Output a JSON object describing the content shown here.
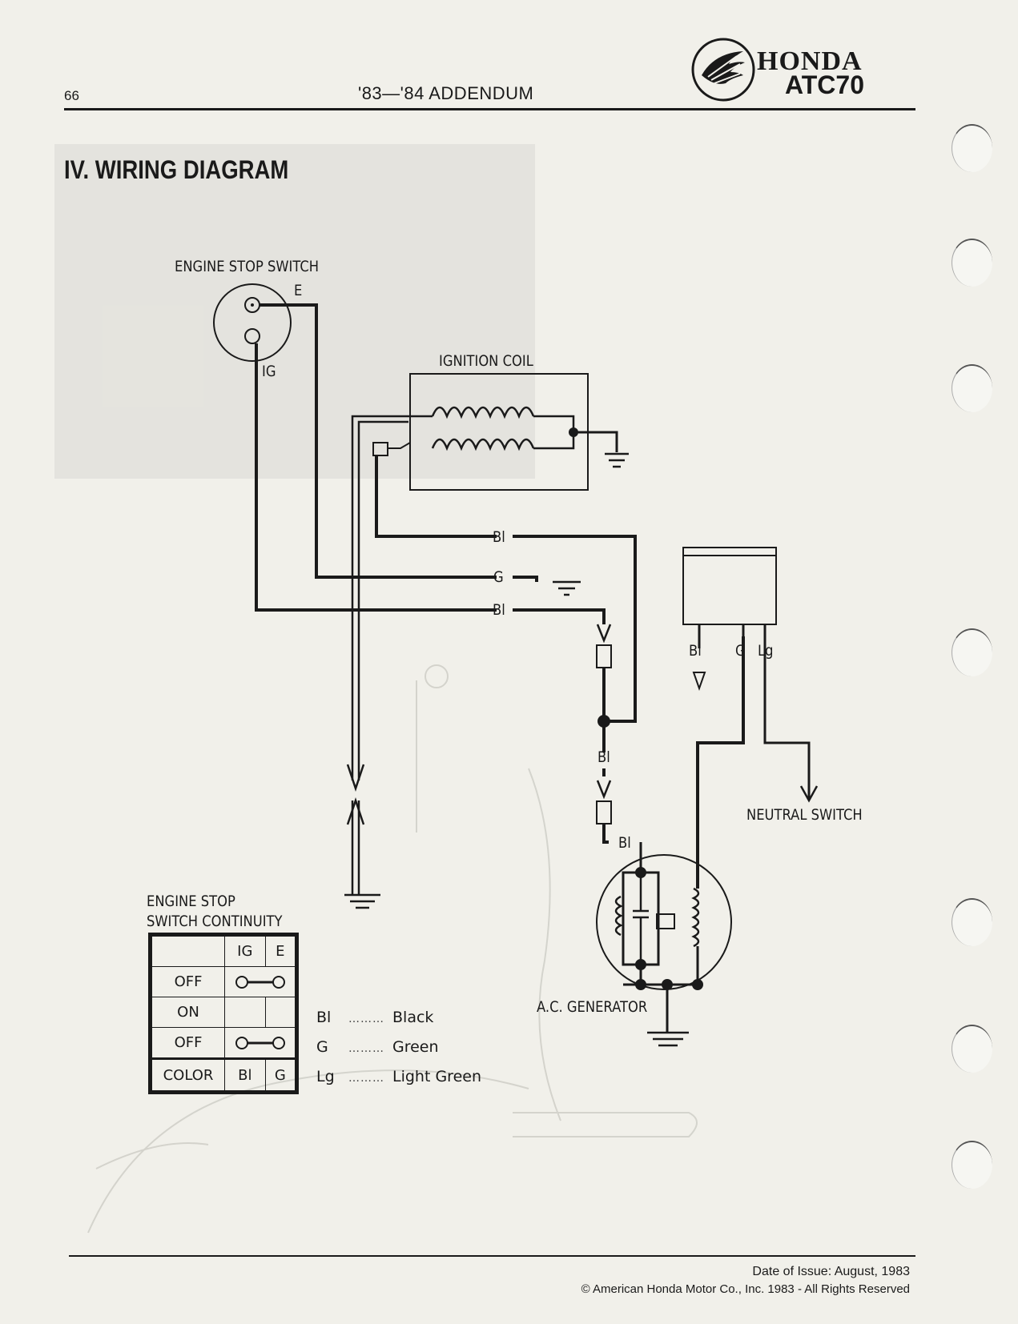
{
  "header": {
    "page_number": "66",
    "title": "'83—'84 ADDENDUM",
    "brand": "HONDA",
    "model": "ATC70"
  },
  "section_title": "IV. WIRING DIAGRAM",
  "diagram": {
    "labels": {
      "engine_stop_switch": "ENGINE  STOP  SWITCH",
      "terminal_e": "E",
      "terminal_ig": "IG",
      "ignition_coil": "IGNITION  COIL",
      "wire_bl_1": "Bl",
      "wire_g": "G",
      "wire_bl_2": "Bl",
      "wire_bl_3": "Bl",
      "wire_bl_4": "Bl",
      "plug_bl": "Bl",
      "plug_g": "G",
      "plug_lg": "Lg",
      "neutral_switch": "NEUTRAL  SWITCH",
      "ac_generator": "A.C. GENERATOR"
    }
  },
  "continuity": {
    "title_line1": "ENGINE  STOP",
    "title_line2": "SWITCH  CONTINUITY",
    "columns": [
      "IG",
      "E"
    ],
    "rows": [
      {
        "state": "OFF",
        "connected": true
      },
      {
        "state": "ON",
        "connected": false
      },
      {
        "state": "OFF",
        "connected": true
      }
    ],
    "color_row": {
      "label": "COLOR",
      "values": [
        "Bl",
        "G"
      ]
    }
  },
  "legend": [
    {
      "code": "Bl",
      "dots": "………",
      "name": "Black"
    },
    {
      "code": "G",
      "dots": "………",
      "name": "Green"
    },
    {
      "code": "Lg",
      "dots": "………",
      "name": "Light  Green"
    }
  ],
  "footer": {
    "date_of_issue": "Date of Issue: August, 1983",
    "copyright": "© American Honda Motor Co., Inc. 1983 - All Rights Reserved"
  }
}
